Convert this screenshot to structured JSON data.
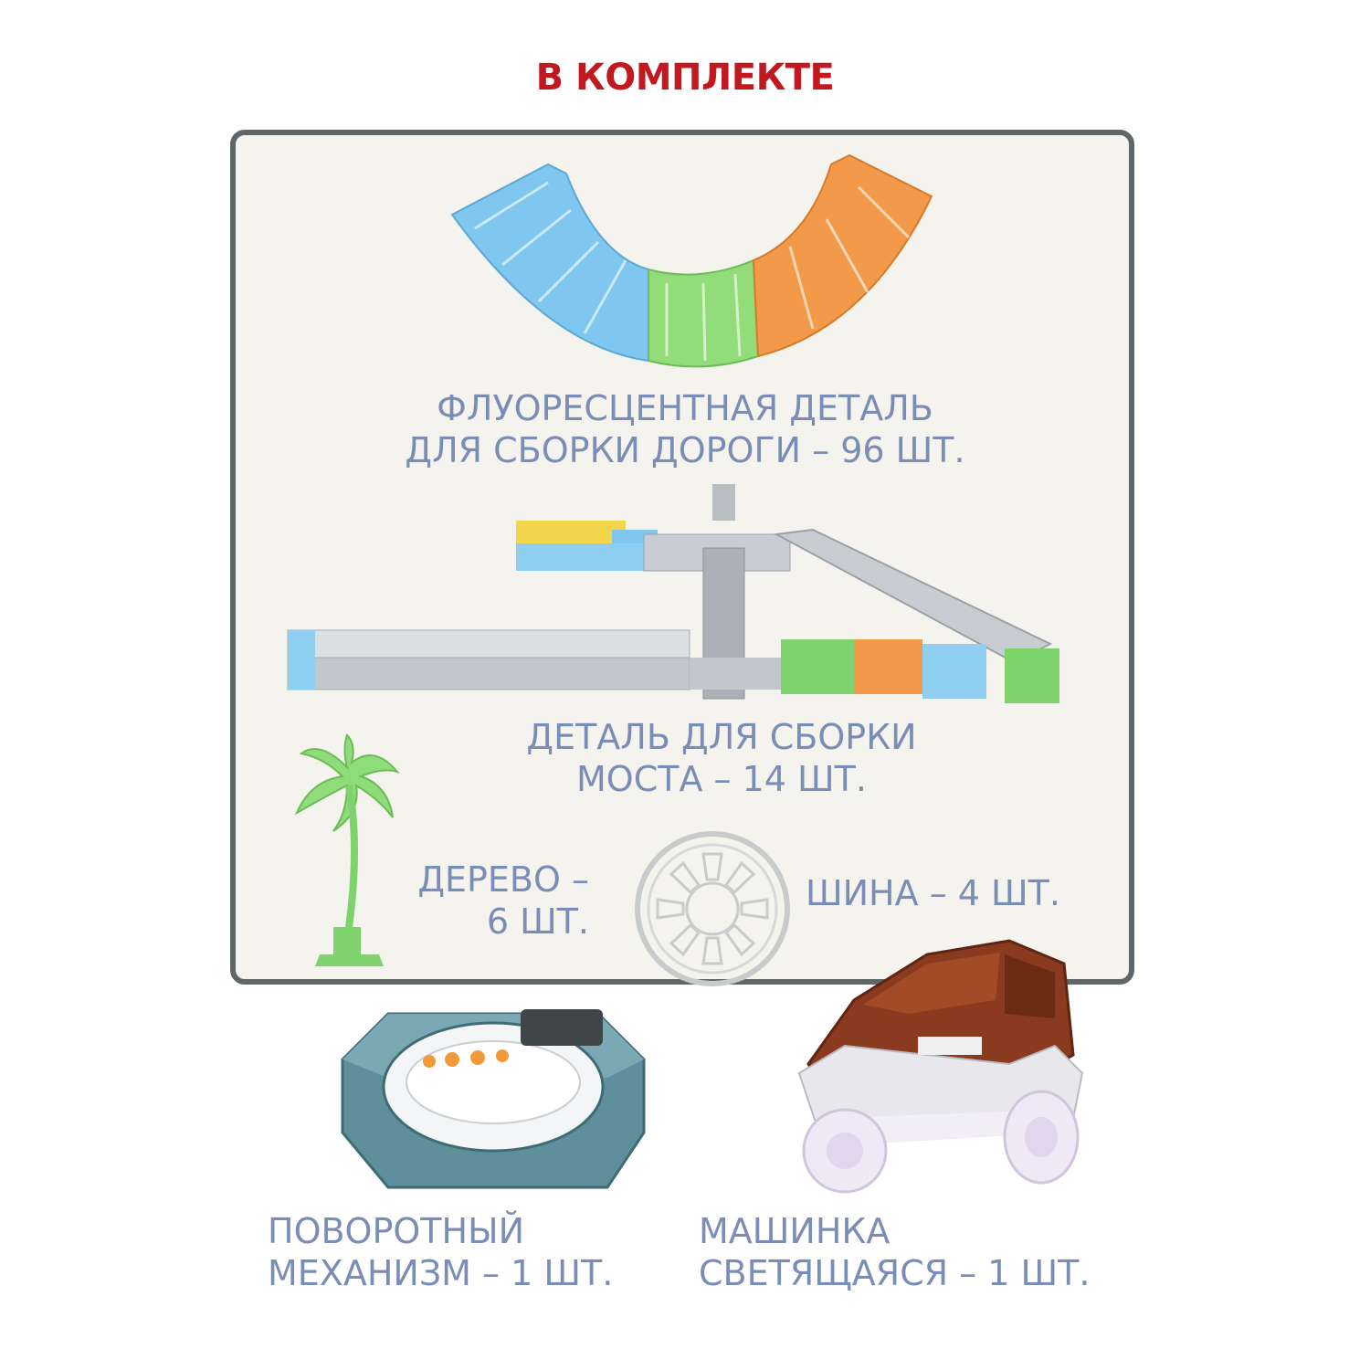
{
  "header": {
    "title": "В КОМПЛЕКТЕ"
  },
  "items": [
    {
      "id": "road",
      "line1": "ФЛУОРЕСЦЕНТНАЯ ДЕТАЛЬ",
      "line2": "ДЛЯ СБОРКИ ДОРОГИ – 96 ШТ.",
      "icon": "fluorescent-track-icon"
    },
    {
      "id": "bridge",
      "line1": "ДЕТАЛЬ ДЛЯ СБОРКИ",
      "line2": "МОСТА – 14 ШТ.",
      "icon": "bridge-parts-icon"
    },
    {
      "id": "tree",
      "line1": "ДЕРЕВО –",
      "line2": "6 ШТ.",
      "icon": "palm-tree-icon"
    },
    {
      "id": "tire",
      "line1": "ШИНА – 4 ШТ.",
      "icon": "tire-icon"
    },
    {
      "id": "turntable",
      "line1": "ПОВОРОТНЫЙ",
      "line2": "МЕХАНИЗМ – 1 ШТ.",
      "icon": "turntable-icon"
    },
    {
      "id": "car",
      "line1": "МАШИНКА",
      "line2": "СВЕТЯЩАЯСЯ – 1 ШТ.",
      "icon": "toy-car-icon"
    }
  ],
  "colors": {
    "title": "#c1191f",
    "label": "#7a8db6",
    "frame": "#5f6668",
    "panel": "#f4f3ee"
  }
}
